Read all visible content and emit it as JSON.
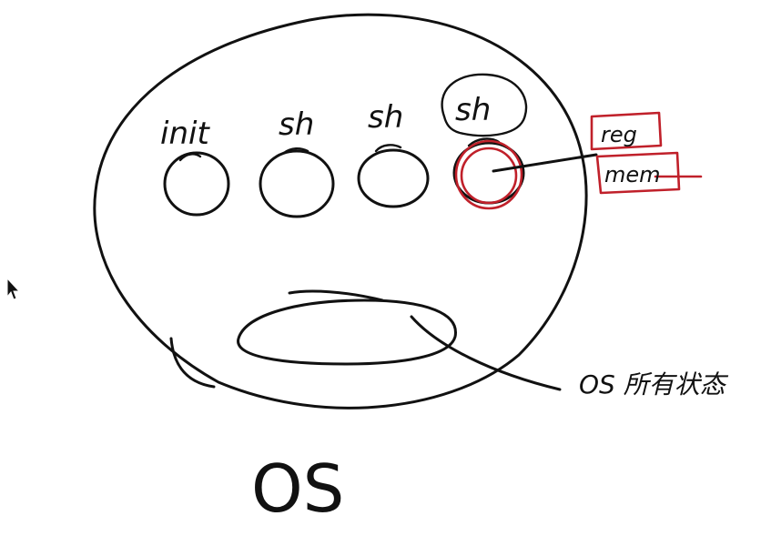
{
  "labels": {
    "process_1": "init",
    "process_2": "sh",
    "process_3": "sh",
    "process_4": "sh",
    "reg": "reg",
    "mem": "mem",
    "os_state": "OS 所有状态",
    "os": "OS"
  },
  "colors": {
    "ink": "#111111",
    "annotation": "#c0202a",
    "background": "#ffffff"
  },
  "icons": {
    "cursor": "mouse-pointer-icon"
  }
}
